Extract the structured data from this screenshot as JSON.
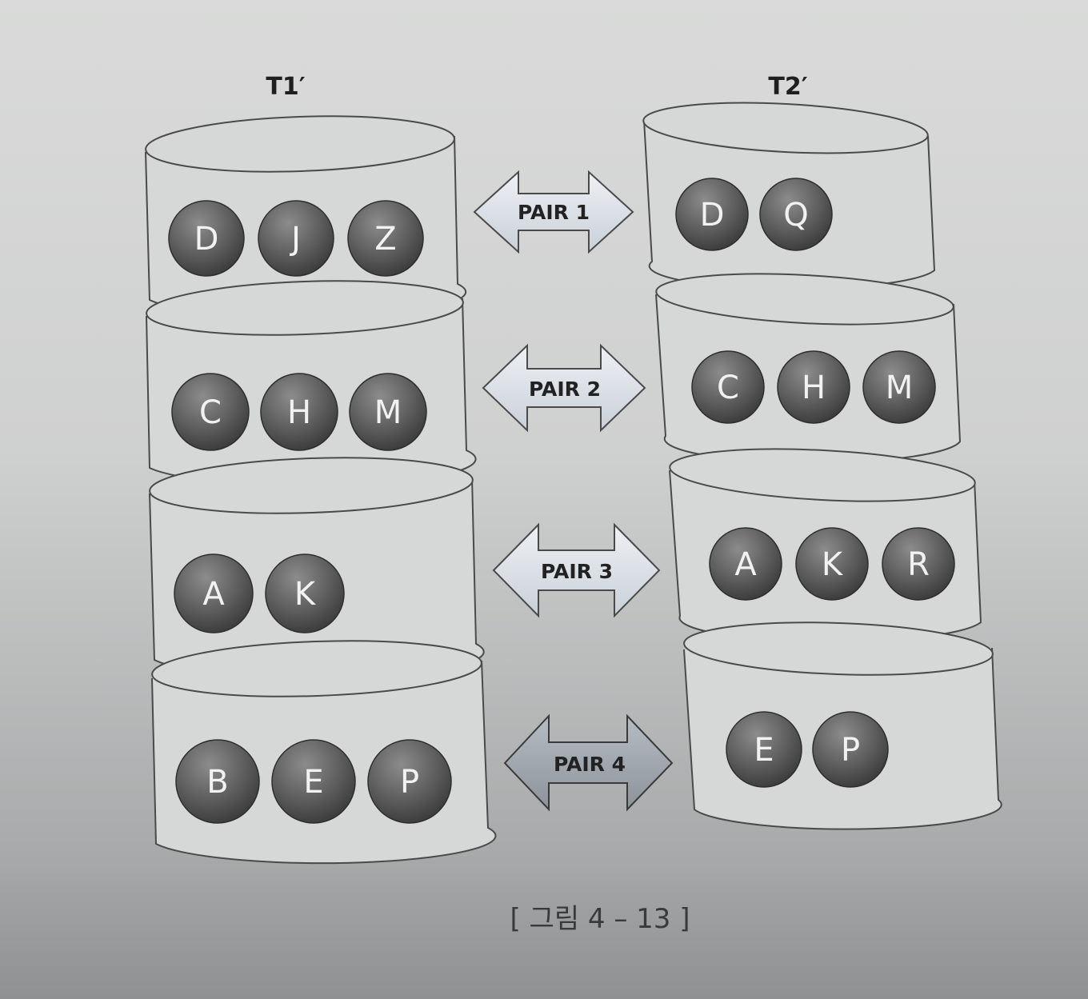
{
  "titles": {
    "left": "T1′",
    "right": "T2′"
  },
  "left_stack": [
    {
      "nodes": [
        "D",
        "J",
        "Z"
      ]
    },
    {
      "nodes": [
        "C",
        "H",
        "M"
      ]
    },
    {
      "nodes": [
        "A",
        "K"
      ]
    },
    {
      "nodes": [
        "B",
        "E",
        "P"
      ]
    }
  ],
  "right_stack": [
    {
      "nodes": [
        "D",
        "Q"
      ]
    },
    {
      "nodes": [
        "C",
        "H",
        "M"
      ]
    },
    {
      "nodes": [
        "A",
        "K",
        "R"
      ]
    },
    {
      "nodes": [
        "E",
        "P"
      ]
    }
  ],
  "pairs": [
    "PAIR 1",
    "PAIR 2",
    "PAIR 3",
    "PAIR 4"
  ],
  "caption": "[ 그림 4 – 13 ]",
  "colors": {
    "node_fill": "#6b6b6b",
    "arrow_light": "#dde3ea",
    "arrow_dark": "#9ea4ab",
    "cylinder_stroke": "#4a4a4a"
  }
}
